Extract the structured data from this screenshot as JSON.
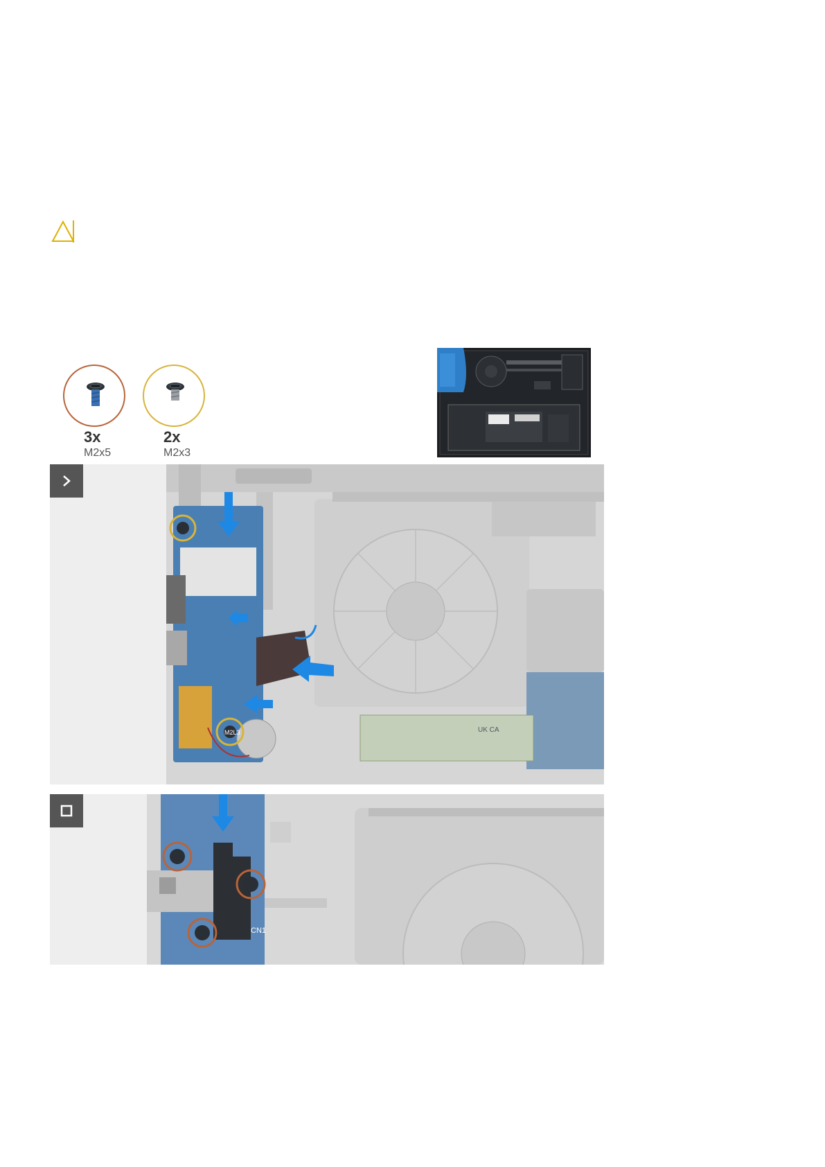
{
  "legend": {
    "screws": [
      {
        "count": "3x",
        "size": "M2x5",
        "ring_color": "#b8643a"
      },
      {
        "count": "2x",
        "size": "M2x3",
        "ring_color": "#d8b43a"
      }
    ]
  },
  "icons": {
    "caution": "caution-triangle-icon",
    "step1": "chevron-right-icon",
    "step2": "stop-square-icon"
  },
  "step1_photo_labels": {
    "screw_label": "M2L3",
    "ssd_marks": "UK CA"
  },
  "step2_photo_labels": {
    "connector_label": "CN1"
  },
  "colors": {
    "caution": "#e0b000",
    "arrow": "#1e88e5",
    "badge": "#555555"
  }
}
